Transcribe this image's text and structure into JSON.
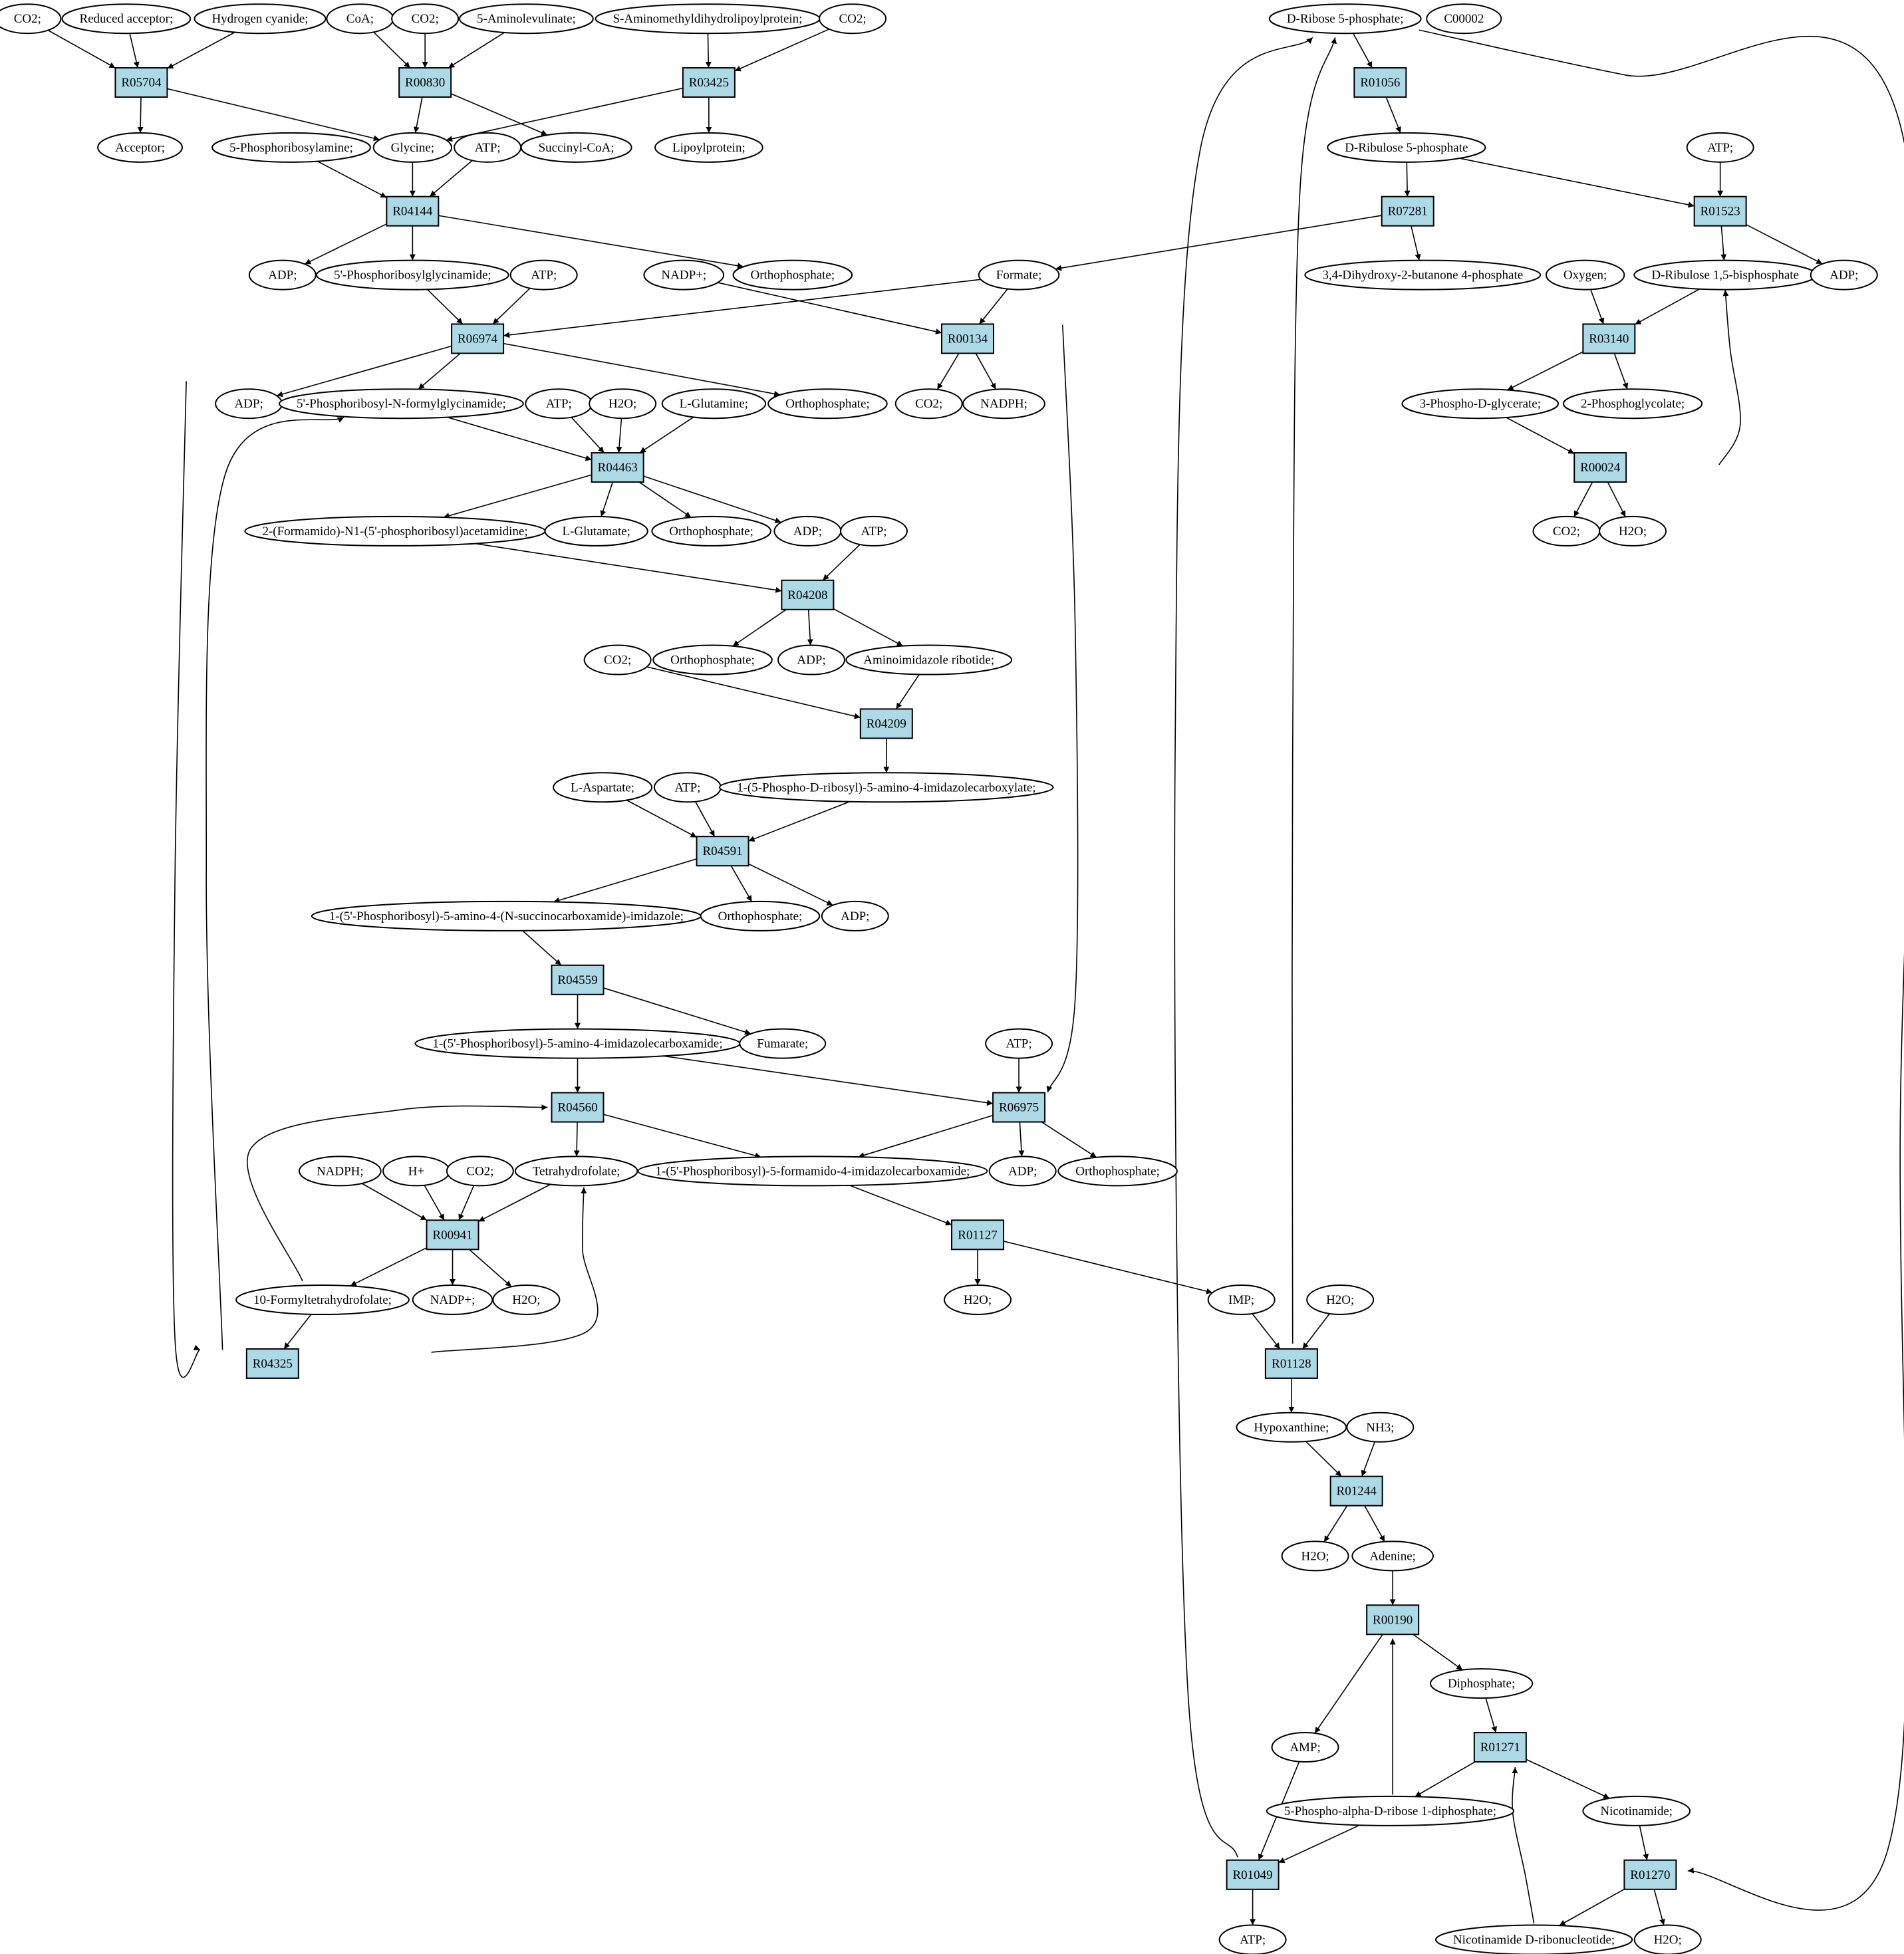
{
  "colors": {
    "reaction_fill": "#add8e6",
    "compound_fill": "#ffffff",
    "highlight_green": "#00ee00",
    "highlight_yellow": "#ffff00",
    "stroke": "#000000"
  },
  "nodes": [
    {
      "id": "c_co2_1",
      "type": "compound",
      "label": "CO2;"
    },
    {
      "id": "c_redacc",
      "type": "compound",
      "label": "Reduced acceptor;"
    },
    {
      "id": "c_hcn",
      "type": "compound",
      "label": "Hydrogen cyanide;"
    },
    {
      "id": "c_coa",
      "type": "compound",
      "label": "CoA;"
    },
    {
      "id": "c_co2_2",
      "type": "compound",
      "label": "CO2;"
    },
    {
      "id": "c_ala",
      "type": "compound",
      "label": "5-Aminolevulinate;"
    },
    {
      "id": "c_samdl",
      "type": "compound",
      "label": "S-Aminomethyldihydrolipoylprotein;"
    },
    {
      "id": "c_co2_3",
      "type": "compound",
      "label": "CO2;"
    },
    {
      "id": "c_r5p",
      "type": "compound",
      "label": "D-Ribose 5-phosphate;",
      "highlight": "green"
    },
    {
      "id": "c_c00002",
      "type": "compound",
      "label": "C00002",
      "highlight": "yellow"
    },
    {
      "id": "r_R05704",
      "type": "reaction",
      "label": "R05704"
    },
    {
      "id": "r_R00830",
      "type": "reaction",
      "label": "R00830"
    },
    {
      "id": "r_R03425",
      "type": "reaction",
      "label": "R03425"
    },
    {
      "id": "r_R01056",
      "type": "reaction",
      "label": "R01056"
    },
    {
      "id": "c_acceptor",
      "type": "compound",
      "label": "Acceptor;"
    },
    {
      "id": "c_prpa",
      "type": "compound",
      "label": "5-Phosphoribosylamine;"
    },
    {
      "id": "c_glycine",
      "type": "compound",
      "label": "Glycine;"
    },
    {
      "id": "c_atp_1",
      "type": "compound",
      "label": "ATP;"
    },
    {
      "id": "c_succcoa",
      "type": "compound",
      "label": "Succinyl-CoA;"
    },
    {
      "id": "c_lipo",
      "type": "compound",
      "label": "Lipoylprotein;"
    },
    {
      "id": "c_ru5p",
      "type": "compound",
      "label": "D-Ribulose 5-phosphate"
    },
    {
      "id": "c_atp_2",
      "type": "compound",
      "label": "ATP;"
    },
    {
      "id": "r_R04144",
      "type": "reaction",
      "label": "R04144"
    },
    {
      "id": "r_R07281",
      "type": "reaction",
      "label": "R07281"
    },
    {
      "id": "r_R01523",
      "type": "reaction",
      "label": "R01523"
    },
    {
      "id": "c_adp_1",
      "type": "compound",
      "label": "ADP;"
    },
    {
      "id": "c_gar",
      "type": "compound",
      "label": "5'-Phosphoribosylglycinamide;"
    },
    {
      "id": "c_atp_3",
      "type": "compound",
      "label": "ATP;"
    },
    {
      "id": "c_nadp_1",
      "type": "compound",
      "label": "NADP+;"
    },
    {
      "id": "c_ortho_1",
      "type": "compound",
      "label": "Orthophosphate;"
    },
    {
      "id": "c_formate",
      "type": "compound",
      "label": "Formate;"
    },
    {
      "id": "c_dhbp",
      "type": "compound",
      "label": "3,4-Dihydroxy-2-butanone 4-phosphate"
    },
    {
      "id": "c_oxygen",
      "type": "compound",
      "label": "Oxygen;"
    },
    {
      "id": "c_rubp",
      "type": "compound",
      "label": "D-Ribulose 1,5-bisphosphate"
    },
    {
      "id": "c_adp_2",
      "type": "compound",
      "label": "ADP;"
    },
    {
      "id": "r_R06974",
      "type": "reaction",
      "label": "R06974"
    },
    {
      "id": "r_R00134",
      "type": "reaction",
      "label": "R00134"
    },
    {
      "id": "r_R03140",
      "type": "reaction",
      "label": "R03140"
    },
    {
      "id": "c_adp_3",
      "type": "compound",
      "label": "ADP;"
    },
    {
      "id": "c_fgar",
      "type": "compound",
      "label": "5'-Phosphoribosyl-N-formylglycinamide;"
    },
    {
      "id": "c_atp_4",
      "type": "compound",
      "label": "ATP;"
    },
    {
      "id": "c_h2o_1",
      "type": "compound",
      "label": "H2O;"
    },
    {
      "id": "c_lgln",
      "type": "compound",
      "label": "L-Glutamine;"
    },
    {
      "id": "c_ortho_2",
      "type": "compound",
      "label": "Orthophosphate;"
    },
    {
      "id": "c_co2_4",
      "type": "compound",
      "label": "CO2;"
    },
    {
      "id": "c_nadph_1",
      "type": "compound",
      "label": "NADPH;"
    },
    {
      "id": "c_3pg",
      "type": "compound",
      "label": "3-Phospho-D-glycerate;"
    },
    {
      "id": "c_2pgly",
      "type": "compound",
      "label": "2-Phosphoglycolate;"
    },
    {
      "id": "r_R04463",
      "type": "reaction",
      "label": "R04463"
    },
    {
      "id": "r_R00024",
      "type": "reaction",
      "label": "R00024"
    },
    {
      "id": "c_fgam",
      "type": "compound",
      "label": "2-(Formamido)-N1-(5'-phosphoribosyl)acetamidine;"
    },
    {
      "id": "c_lglu",
      "type": "compound",
      "label": "L-Glutamate;"
    },
    {
      "id": "c_ortho_3",
      "type": "compound",
      "label": "Orthophosphate;"
    },
    {
      "id": "c_adp_4",
      "type": "compound",
      "label": "ADP;"
    },
    {
      "id": "c_atp_5",
      "type": "compound",
      "label": "ATP;"
    },
    {
      "id": "c_co2_5",
      "type": "compound",
      "label": "CO2;"
    },
    {
      "id": "c_h2o_2",
      "type": "compound",
      "label": "H2O;"
    },
    {
      "id": "r_R04208",
      "type": "reaction",
      "label": "R04208"
    },
    {
      "id": "c_co2_6",
      "type": "compound",
      "label": "CO2;"
    },
    {
      "id": "c_ortho_4",
      "type": "compound",
      "label": "Orthophosphate;"
    },
    {
      "id": "c_adp_5",
      "type": "compound",
      "label": "ADP;"
    },
    {
      "id": "c_air",
      "type": "compound",
      "label": "Aminoimidazole ribotide;"
    },
    {
      "id": "r_R04209",
      "type": "reaction",
      "label": "R04209"
    },
    {
      "id": "c_lasp",
      "type": "compound",
      "label": "L-Aspartate;"
    },
    {
      "id": "c_atp_6",
      "type": "compound",
      "label": "ATP;"
    },
    {
      "id": "c_cair",
      "type": "compound",
      "label": "1-(5-Phospho-D-ribosyl)-5-amino-4-imidazolecarboxylate;"
    },
    {
      "id": "r_R04591",
      "type": "reaction",
      "label": "R04591"
    },
    {
      "id": "c_saicar",
      "type": "compound",
      "label": "1-(5'-Phosphoribosyl)-5-amino-4-(N-succinocarboxamide)-imidazole;"
    },
    {
      "id": "c_ortho_5",
      "type": "compound",
      "label": "Orthophosphate;"
    },
    {
      "id": "c_adp_6",
      "type": "compound",
      "label": "ADP;"
    },
    {
      "id": "r_R04559",
      "type": "reaction",
      "label": "R04559"
    },
    {
      "id": "c_aicar",
      "type": "compound",
      "label": "1-(5'-Phosphoribosyl)-5-amino-4-imidazolecarboxamide;"
    },
    {
      "id": "c_fumarate",
      "type": "compound",
      "label": "Fumarate;"
    },
    {
      "id": "c_atp_7",
      "type": "compound",
      "label": "ATP;"
    },
    {
      "id": "r_R04560",
      "type": "reaction",
      "label": "R04560"
    },
    {
      "id": "r_R06975",
      "type": "reaction",
      "label": "R06975"
    },
    {
      "id": "c_nadph_2",
      "type": "compound",
      "label": "NADPH;"
    },
    {
      "id": "c_hplus",
      "type": "compound",
      "label": "H+"
    },
    {
      "id": "c_co2_7",
      "type": "compound",
      "label": "CO2;"
    },
    {
      "id": "c_thf",
      "type": "compound",
      "label": "Tetrahydrofolate;"
    },
    {
      "id": "c_faicar",
      "type": "compound",
      "label": "1-(5'-Phosphoribosyl)-5-formamido-4-imidazolecarboxamide;"
    },
    {
      "id": "c_adp_7",
      "type": "compound",
      "label": "ADP;"
    },
    {
      "id": "c_ortho_6",
      "type": "compound",
      "label": "Orthophosphate;"
    },
    {
      "id": "r_R00941",
      "type": "reaction",
      "label": "R00941"
    },
    {
      "id": "r_R01127",
      "type": "reaction",
      "label": "R01127"
    },
    {
      "id": "c_10fthf",
      "type": "compound",
      "label": "10-Formyltetrahydrofolate;"
    },
    {
      "id": "c_nadp_2",
      "type": "compound",
      "label": "NADP+;"
    },
    {
      "id": "c_h2o_3",
      "type": "compound",
      "label": "H2O;"
    },
    {
      "id": "c_h2o_4",
      "type": "compound",
      "label": "H2O;"
    },
    {
      "id": "c_imp",
      "type": "compound",
      "label": "IMP;"
    },
    {
      "id": "c_h2o_5",
      "type": "compound",
      "label": "H2O;"
    },
    {
      "id": "r_R04325",
      "type": "reaction",
      "label": "R04325"
    },
    {
      "id": "r_R01128",
      "type": "reaction",
      "label": "R01128"
    },
    {
      "id": "c_hypox",
      "type": "compound",
      "label": "Hypoxanthine;"
    },
    {
      "id": "c_nh3",
      "type": "compound",
      "label": "NH3;"
    },
    {
      "id": "r_R01244",
      "type": "reaction",
      "label": "R01244"
    },
    {
      "id": "c_h2o_6",
      "type": "compound",
      "label": "H2O;"
    },
    {
      "id": "c_adenine",
      "type": "compound",
      "label": "Adenine;"
    },
    {
      "id": "r_R00190",
      "type": "reaction",
      "label": "R00190"
    },
    {
      "id": "c_diphos",
      "type": "compound",
      "label": "Diphosphate;"
    },
    {
      "id": "c_amp",
      "type": "compound",
      "label": "AMP;"
    },
    {
      "id": "r_R01271",
      "type": "reaction",
      "label": "R01271"
    },
    {
      "id": "c_prpp",
      "type": "compound",
      "label": "5-Phospho-alpha-D-ribose 1-diphosphate;"
    },
    {
      "id": "c_nicotinamide",
      "type": "compound",
      "label": "Nicotinamide;"
    },
    {
      "id": "r_R01049",
      "type": "reaction",
      "label": "R01049"
    },
    {
      "id": "r_R01270",
      "type": "reaction",
      "label": "R01270"
    },
    {
      "id": "c_atp_8",
      "type": "compound",
      "label": "ATP;"
    },
    {
      "id": "c_nmn",
      "type": "compound",
      "label": "Nicotinamide D-ribonucleotide;"
    },
    {
      "id": "c_h2o_7",
      "type": "compound",
      "label": "H2O;"
    }
  ],
  "edges": [
    [
      "c_co2_1",
      "r_R05704"
    ],
    [
      "c_redacc",
      "r_R05704"
    ],
    [
      "c_hcn",
      "r_R05704"
    ],
    [
      "r_R05704",
      "c_acceptor"
    ],
    [
      "r_R05704",
      "c_glycine"
    ],
    [
      "c_coa",
      "r_R00830"
    ],
    [
      "c_co2_2",
      "r_R00830"
    ],
    [
      "c_ala",
      "r_R00830"
    ],
    [
      "r_R00830",
      "c_glycine"
    ],
    [
      "r_R00830",
      "c_succcoa"
    ],
    [
      "c_samdl",
      "r_R03425"
    ],
    [
      "c_co2_3",
      "r_R03425"
    ],
    [
      "r_R03425",
      "c_glycine"
    ],
    [
      "r_R03425",
      "c_lipo"
    ],
    [
      "c_r5p",
      "r_R01056"
    ],
    [
      "r_R01056",
      "c_ru5p"
    ],
    [
      "c_ru5p",
      "r_R07281"
    ],
    [
      "c_ru5p",
      "r_R01523"
    ],
    [
      "c_atp_2",
      "r_R01523"
    ],
    [
      "r_R07281",
      "c_formate"
    ],
    [
      "r_R07281",
      "c_dhbp"
    ],
    [
      "r_R01523",
      "c_rubp"
    ],
    [
      "r_R01523",
      "c_adp_2"
    ],
    [
      "c_prpa",
      "r_R04144"
    ],
    [
      "c_glycine",
      "r_R04144"
    ],
    [
      "c_atp_1",
      "r_R04144"
    ],
    [
      "r_R04144",
      "c_adp_1"
    ],
    [
      "r_R04144",
      "c_gar"
    ],
    [
      "r_R04144",
      "c_ortho_1"
    ],
    [
      "c_gar",
      "r_R06974"
    ],
    [
      "c_atp_3",
      "r_R06974"
    ],
    [
      "c_formate",
      "r_R06974"
    ],
    [
      "r_R06974",
      "c_adp_3"
    ],
    [
      "r_R06974",
      "c_fgar"
    ],
    [
      "r_R06974",
      "c_ortho_2"
    ],
    [
      "c_nadp_1",
      "r_R00134"
    ],
    [
      "c_formate",
      "r_R00134"
    ],
    [
      "r_R00134",
      "c_co2_4"
    ],
    [
      "r_R00134",
      "c_nadph_1"
    ],
    [
      "c_oxygen",
      "r_R03140"
    ],
    [
      "c_rubp",
      "r_R03140"
    ],
    [
      "r_R03140",
      "c_3pg"
    ],
    [
      "r_R03140",
      "c_2pgly"
    ],
    [
      "c_3pg",
      "r_R00024"
    ],
    [
      "r_R00024",
      "c_rubp"
    ],
    [
      "r_R00024",
      "c_co2_5"
    ],
    [
      "r_R00024",
      "c_h2o_2"
    ],
    [
      "c_fgar",
      "r_R04463"
    ],
    [
      "c_atp_4",
      "r_R04463"
    ],
    [
      "c_h2o_1",
      "r_R04463"
    ],
    [
      "c_lgln",
      "r_R04463"
    ],
    [
      "r_R04463",
      "c_fgam"
    ],
    [
      "r_R04463",
      "c_lglu"
    ],
    [
      "r_R04463",
      "c_ortho_3"
    ],
    [
      "r_R04463",
      "c_adp_4"
    ],
    [
      "c_fgam",
      "r_R04208"
    ],
    [
      "c_atp_5",
      "r_R04208"
    ],
    [
      "r_R04208",
      "c_ortho_4"
    ],
    [
      "r_R04208",
      "c_adp_5"
    ],
    [
      "r_R04208",
      "c_air"
    ],
    [
      "c_co2_6",
      "r_R04209"
    ],
    [
      "c_air",
      "r_R04209"
    ],
    [
      "r_R04209",
      "c_cair"
    ],
    [
      "c_lasp",
      "r_R04591"
    ],
    [
      "c_atp_6",
      "r_R04591"
    ],
    [
      "c_cair",
      "r_R04591"
    ],
    [
      "r_R04591",
      "c_saicar"
    ],
    [
      "r_R04591",
      "c_ortho_5"
    ],
    [
      "r_R04591",
      "c_adp_6"
    ],
    [
      "c_saicar",
      "r_R04559"
    ],
    [
      "r_R04559",
      "c_aicar"
    ],
    [
      "r_R04559",
      "c_fumarate"
    ],
    [
      "c_aicar",
      "r_R04560"
    ],
    [
      "c_10fthf",
      "r_R04560"
    ],
    [
      "r_R04560",
      "c_thf"
    ],
    [
      "r_R04560",
      "c_faicar"
    ],
    [
      "c_aicar",
      "r_R06975"
    ],
    [
      "c_atp_7",
      "r_R06975"
    ],
    [
      "c_formate",
      "r_R06975"
    ],
    [
      "r_R06975",
      "c_faicar"
    ],
    [
      "r_R06975",
      "c_adp_7"
    ],
    [
      "r_R06975",
      "c_ortho_6"
    ],
    [
      "c_nadph_2",
      "r_R00941"
    ],
    [
      "c_hplus",
      "r_R00941"
    ],
    [
      "c_co2_7",
      "r_R00941"
    ],
    [
      "c_thf",
      "r_R00941"
    ],
    [
      "r_R00941",
      "c_10fthf"
    ],
    [
      "r_R00941",
      "c_nadp_2"
    ],
    [
      "r_R00941",
      "c_h2o_3"
    ],
    [
      "c_faicar",
      "r_R01127"
    ],
    [
      "r_R01127",
      "c_h2o_4"
    ],
    [
      "r_R01127",
      "c_imp"
    ],
    [
      "c_gar",
      "r_R04325"
    ],
    [
      "c_10fthf",
      "r_R04325"
    ],
    [
      "r_R04325",
      "c_fgar"
    ],
    [
      "r_R04325",
      "c_thf"
    ],
    [
      "c_imp",
      "r_R01128"
    ],
    [
      "c_h2o_5",
      "r_R01128"
    ],
    [
      "r_R01128",
      "c_hypox"
    ],
    [
      "r_R01128",
      "c_r5p"
    ],
    [
      "c_hypox",
      "r_R01244"
    ],
    [
      "c_nh3",
      "r_R01244"
    ],
    [
      "r_R01244",
      "c_h2o_6"
    ],
    [
      "r_R01244",
      "c_adenine"
    ],
    [
      "c_adenine",
      "r_R00190"
    ],
    [
      "c_prpp",
      "r_R00190"
    ],
    [
      "r_R00190",
      "c_amp"
    ],
    [
      "r_R00190",
      "c_diphos"
    ],
    [
      "c_diphos",
      "r_R01271"
    ],
    [
      "c_nmn",
      "r_R01271"
    ],
    [
      "r_R01271",
      "c_prpp"
    ],
    [
      "r_R01271",
      "c_nicotinamide"
    ],
    [
      "c_amp",
      "r_R01049"
    ],
    [
      "c_prpp",
      "r_R01049"
    ],
    [
      "r_R01049",
      "c_atp_8"
    ],
    [
      "r_R01049",
      "c_r5p"
    ],
    [
      "c_nicotinamide",
      "r_R01270"
    ],
    [
      "c_r5p",
      "r_R01270"
    ],
    [
      "r_R01270",
      "c_nmn"
    ],
    [
      "r_R01270",
      "c_h2o_7"
    ]
  ]
}
